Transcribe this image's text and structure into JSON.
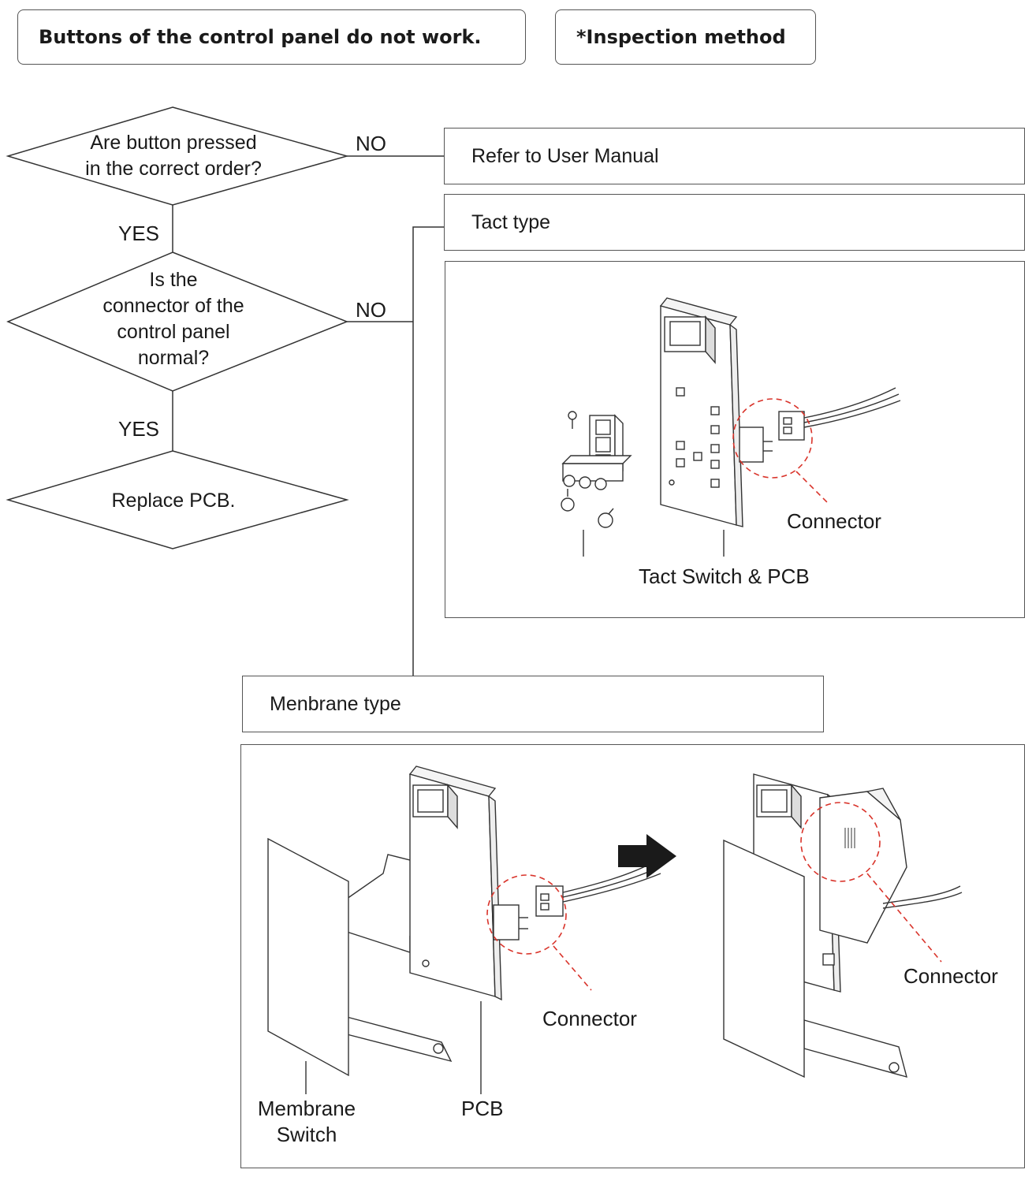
{
  "header": {
    "title": "Buttons of the control panel do not work.",
    "method": "*Inspection method"
  },
  "flow": {
    "q1": "Are button pressed in the correct order?",
    "q1_line1": "Are button pressed",
    "q1_line2": "in the correct order?",
    "q2_line1": "Is the",
    "q2_line2": "connector of the",
    "q2_line3": "control panel",
    "q2_line4": "normal?",
    "q3": "Replace PCB.",
    "yes": "YES",
    "no": "NO"
  },
  "results": {
    "user_manual": "Refer to User Manual",
    "tact_type": "Tact type",
    "membrane_type": "Menbrane type"
  },
  "tact_figure": {
    "connector_label": "Connector",
    "pcb_label": "Tact Switch & PCB"
  },
  "membrane_figure": {
    "connector_label_left": "Connector",
    "connector_label_right": "Connector",
    "pcb_label": "PCB",
    "switch_label_line1": "Membrane",
    "switch_label_line2": "Switch"
  },
  "colors": {
    "line": "#333333",
    "dashed_highlight": "#d9342b",
    "arrow": "#1a1a1a"
  }
}
